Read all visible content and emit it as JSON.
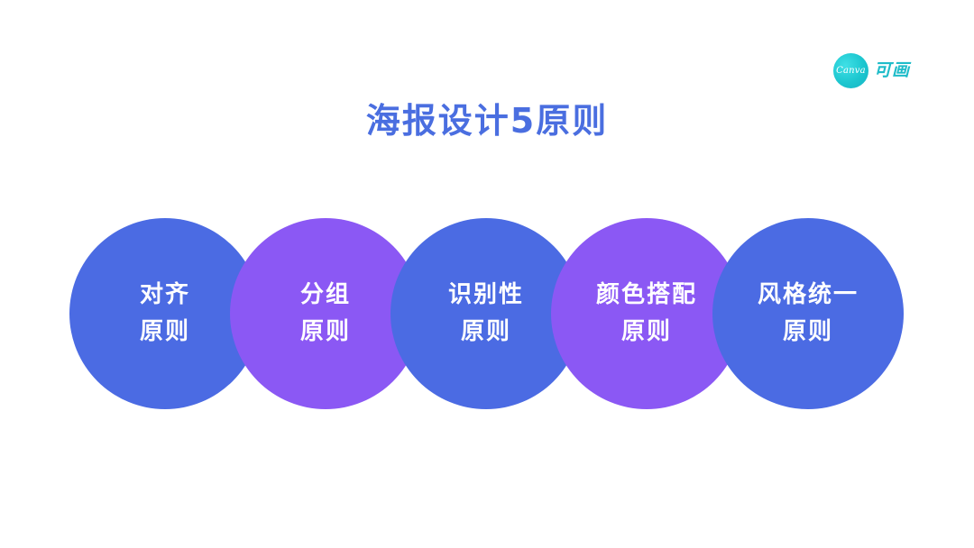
{
  "logo": {
    "badge_text": "Canva",
    "text": "可画",
    "color": "#1fbcc9"
  },
  "title": "海报设计5原则",
  "colors": {
    "title": "#4a6ee0",
    "blue": "#4b6be3",
    "purple": "#8b58f4"
  },
  "principles": [
    {
      "line1": "对齐",
      "line2": "原则"
    },
    {
      "line1": "分组",
      "line2": "原则"
    },
    {
      "line1": "识别性",
      "line2": "原则"
    },
    {
      "line1": "颜色搭配",
      "line2": "原则"
    },
    {
      "line1": "风格统一",
      "line2": "原则"
    }
  ]
}
